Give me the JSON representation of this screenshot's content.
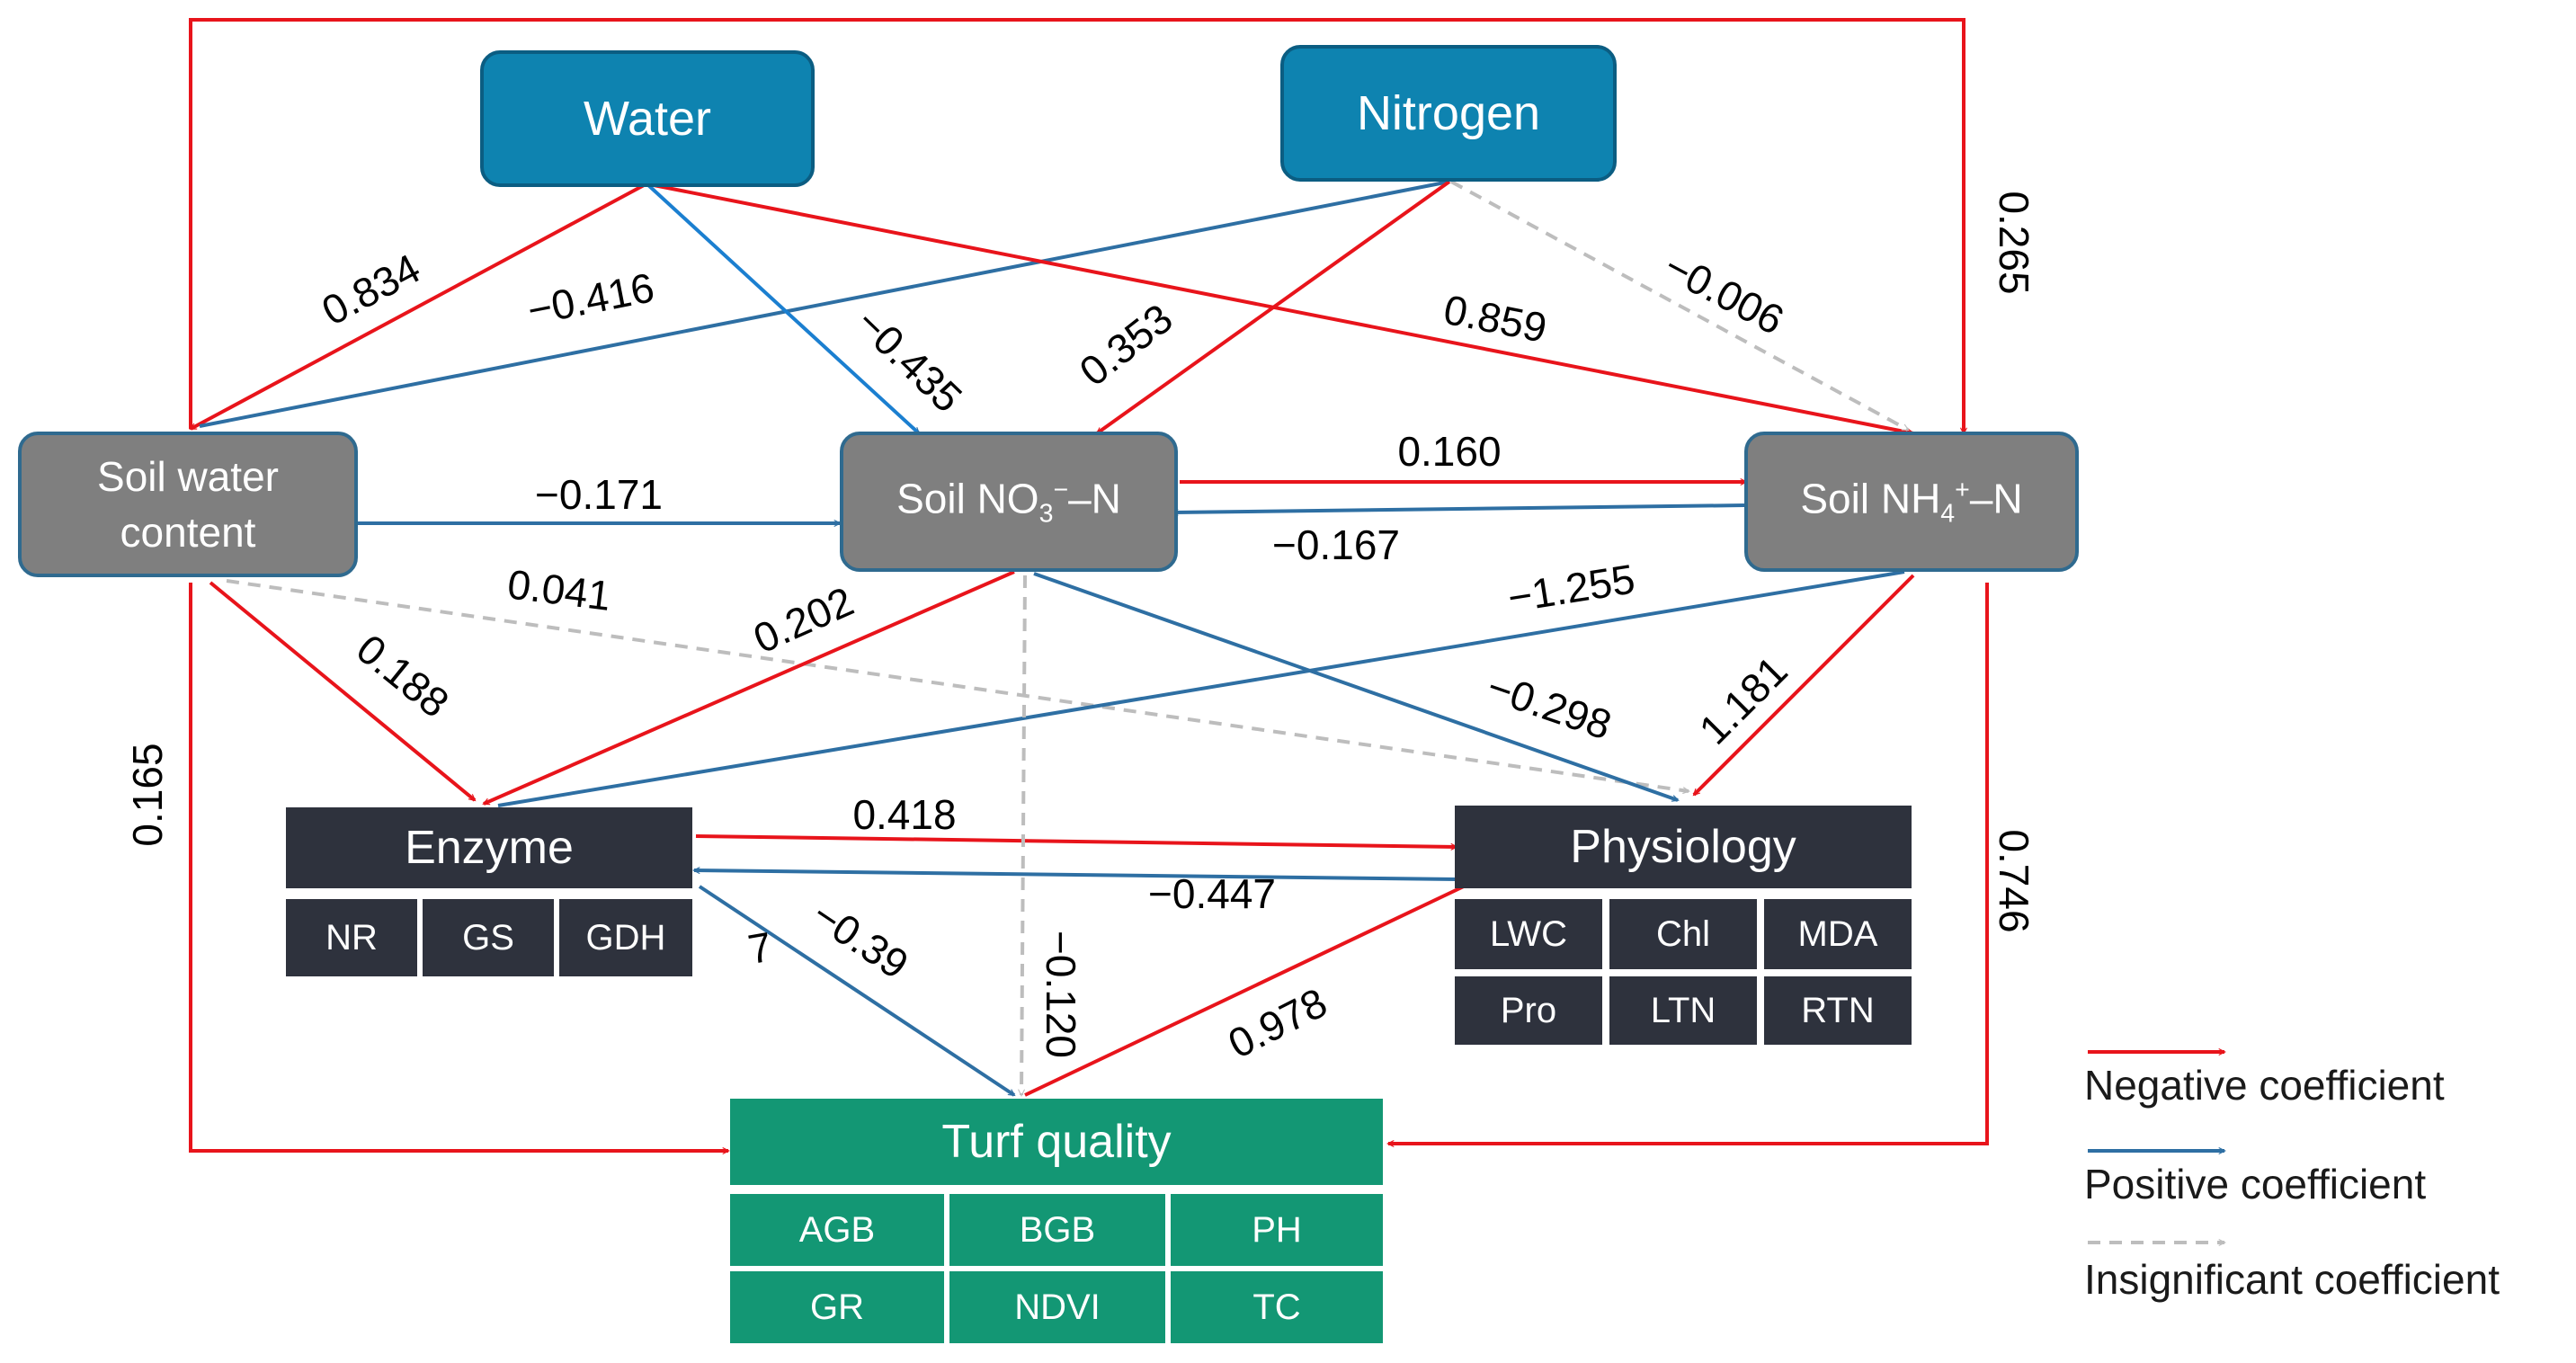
{
  "nodes": {
    "water": "Water",
    "nitrogen": "Nitrogen",
    "soil_water_content": [
      "Soil water",
      "content"
    ],
    "soil_no3": {
      "base": "Soil NO",
      "sub": "3",
      "sup": "−",
      "tail": "–N"
    },
    "soil_nh4": {
      "base": "Soil NH",
      "sub": "4",
      "sup": "+",
      "tail": "–N"
    },
    "enzyme": {
      "title": "Enzyme",
      "cells": [
        "NR",
        "GS",
        "GDH"
      ]
    },
    "physiology": {
      "title": "Physiology",
      "cells": [
        "LWC",
        "Chl",
        "MDA",
        "Pro",
        "LTN",
        "RTN"
      ]
    },
    "turf_quality": {
      "title": "Turf quality",
      "cells": [
        "AGB",
        "BGB",
        "PH",
        "GR",
        "NDVI",
        "TC"
      ]
    }
  },
  "coefficients": {
    "water_to_swc": "0.834",
    "nitrogen_to_swc": "−0.416",
    "water_to_no3": "−0.435",
    "nitrogen_to_no3": "0.353",
    "water_to_nh4": "0.859",
    "nitrogen_to_nh4": "−0.006",
    "frame_to_nh4": "0.265",
    "no3_to_nh4": "0.160",
    "nh4_to_no3": "−0.167",
    "swc_to_no3": "−0.171",
    "swc_to_physiology": "0.041",
    "swc_to_enzyme": "0.188",
    "no3_to_enzyme": "0.202",
    "nh4_to_enzyme": "−1.255",
    "no3_to_physiology": "−0.298",
    "nh4_to_physiology": "1.181",
    "frame_to_swc": "0.165",
    "nh4_to_turf": "0.746",
    "enzyme_to_physiology": "0.418",
    "physiology_to_enzyme": "−0.447",
    "enzyme_to_turf": "−0.39",
    "no3_to_turf": "−0.120",
    "physiology_to_turf": "0.978",
    "stray_mark": "7"
  },
  "legend": {
    "negative": "Negative coefficient",
    "positive": "Positive coefficient",
    "insignificant": "Insignificant coefficient"
  },
  "colors": {
    "negative": "#e8141b",
    "positive": "#2e6fa3",
    "insignificant": "#bdbdbd"
  }
}
